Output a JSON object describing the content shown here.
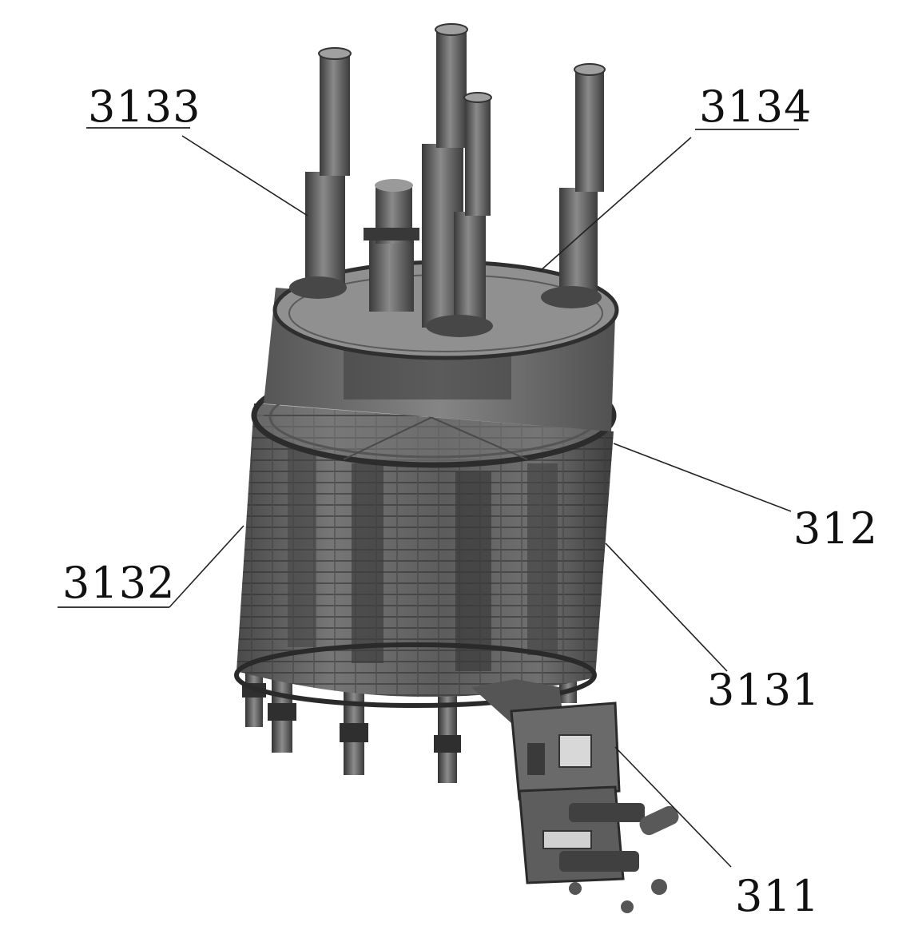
{
  "labels": {
    "l3133": "3133",
    "l3134": "3134",
    "l312": "312",
    "l3132": "3132",
    "l3131": "3131",
    "l311": "311"
  }
}
